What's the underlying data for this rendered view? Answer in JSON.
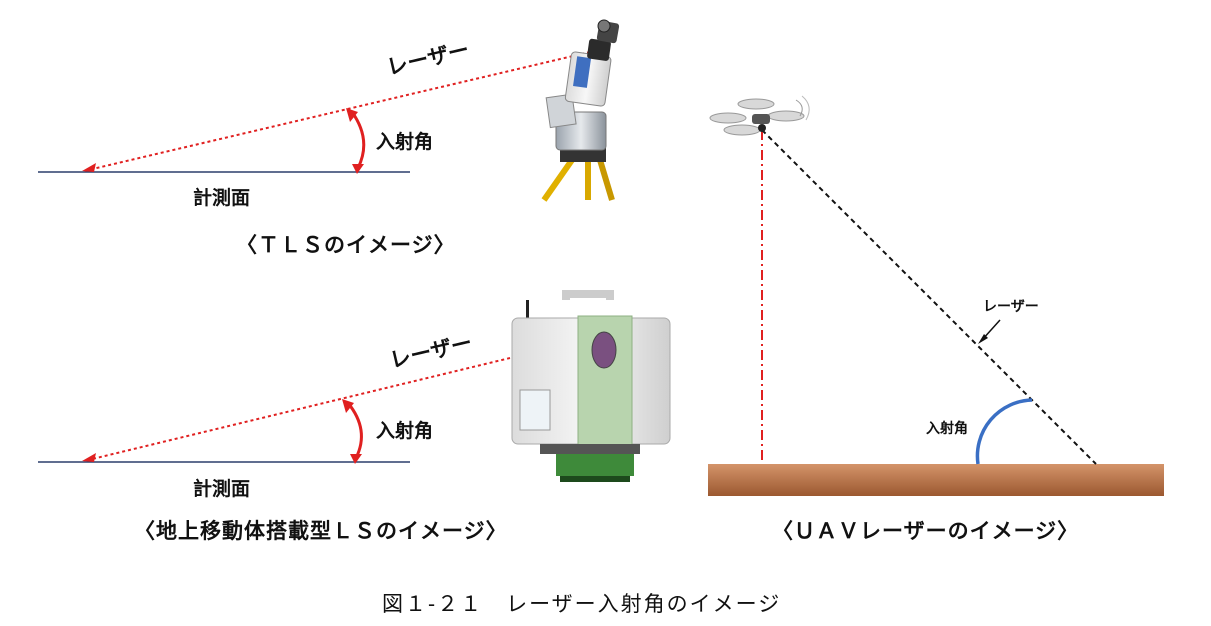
{
  "tls": {
    "laser_label": "レーザー",
    "angle_label": "入射角",
    "surface_label": "計測面",
    "caption": "〈ＴＬＳのイメージ〉"
  },
  "mobile": {
    "laser_label": "レーザー",
    "angle_label": "入射角",
    "surface_label": "計測面",
    "caption": "〈地上移動体搭載型ＬＳのイメージ〉"
  },
  "uav": {
    "laser_label": "レーザー",
    "angle_label": "入射角",
    "caption": "〈ＵＡＶレーザーのイメージ〉"
  },
  "figure_caption": "図１-２１　レーザー入射角のイメージ",
  "colors": {
    "laser_red": "#e02020",
    "surface_line": "#2c3e6b",
    "angle_arc_red": "#e02020",
    "angle_arc_blue": "#3a6fc4",
    "ground_top": "#c98a5c",
    "ground_bottom": "#a05a2c",
    "scanner_green": "#a9c9a0"
  }
}
